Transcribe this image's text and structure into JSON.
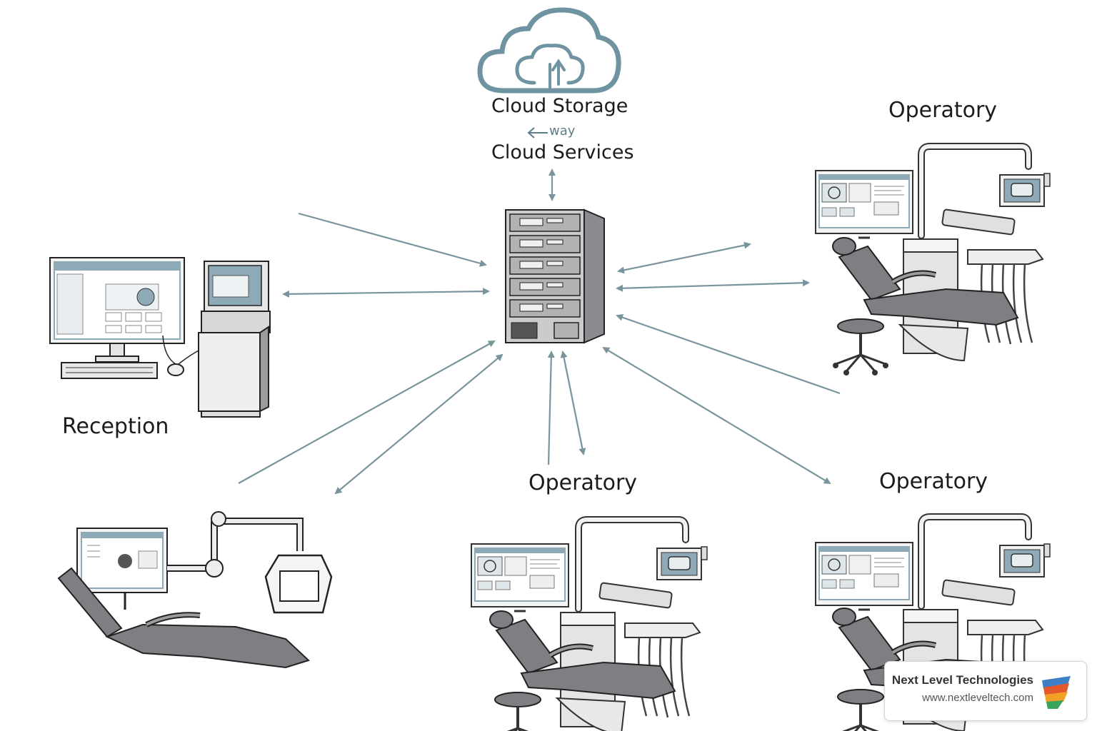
{
  "labels": {
    "cloud_storage": "Cloud Storage",
    "way": "way",
    "cloud_services": "Cloud Services",
    "operatory_top_right": "Operatory",
    "reception": "Reception",
    "operatory_bottom_center": "Operatory",
    "operatory_bottom_right": "Operatory"
  },
  "brand": {
    "name": "Next Level Technologies",
    "url": "www.nextleveltech.com"
  },
  "colors": {
    "arrow": "#7a949e",
    "cloud": "#6f93a0",
    "screen": "#8eaab6",
    "chair": "#7d7f82",
    "line": "#333333"
  }
}
